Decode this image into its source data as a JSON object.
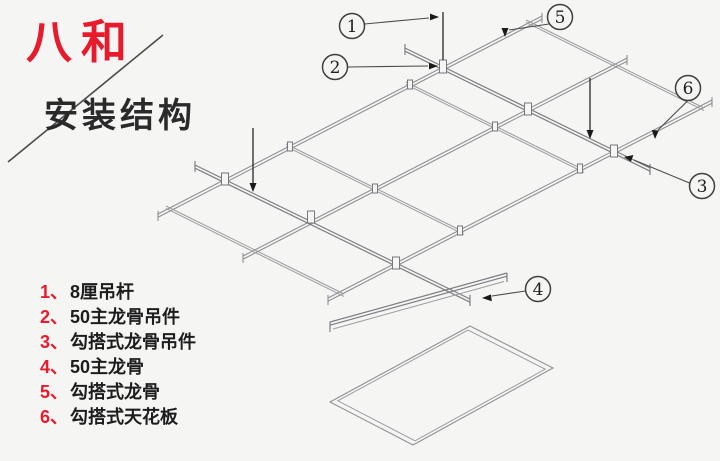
{
  "brand": {
    "name": "八和",
    "subtitle": "安装结构"
  },
  "legend": {
    "items": [
      {
        "num": "1、",
        "label": "8厘吊杆"
      },
      {
        "num": "2、",
        "label": "50主龙骨吊件"
      },
      {
        "num": "3、",
        "label": "勾搭式龙骨吊件"
      },
      {
        "num": "4、",
        "label": "50主龙骨"
      },
      {
        "num": "5、",
        "label": "勾搭式龙骨"
      },
      {
        "num": "6、",
        "label": "勾搭式天花板"
      }
    ]
  },
  "diagram": {
    "callouts": [
      {
        "label": "1"
      },
      {
        "label": "2"
      },
      {
        "label": "3"
      },
      {
        "label": "4"
      },
      {
        "label": "5"
      },
      {
        "label": "6"
      }
    ]
  },
  "colors": {
    "accent_red": "#e81b2c",
    "line_gray": "#8f9094",
    "dark_line": "#454545",
    "ink": "#1d1d1d",
    "background": "#f5f5f4"
  }
}
